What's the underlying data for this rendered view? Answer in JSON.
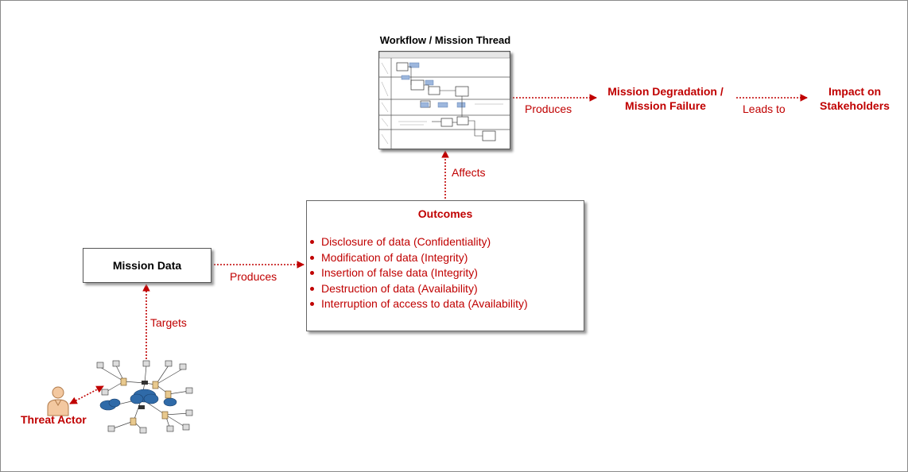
{
  "workflow": {
    "title": "Workflow / Mission Thread"
  },
  "arrows": {
    "produces_top": "Produces",
    "leads_to": "Leads to",
    "affects": "Affects",
    "produces_left": "Produces",
    "targets": "Targets"
  },
  "mission_degradation": {
    "line1": "Mission Degradation /",
    "line2": "Mission Failure"
  },
  "impact": {
    "line1": "Impact on",
    "line2": "Stakeholders"
  },
  "outcomes": {
    "title": "Outcomes",
    "items": [
      "Disclosure of data (Confidentiality)",
      "Modification of data (Integrity)",
      "Insertion of false data (Integrity)",
      "Destruction of data (Availability)",
      "Interruption of access to data (Availability)"
    ]
  },
  "mission_data": {
    "label": "Mission Data"
  },
  "threat_actor": {
    "label": "Threat Actor"
  },
  "colors": {
    "accent": "#c00000",
    "box_border": "#555555"
  }
}
